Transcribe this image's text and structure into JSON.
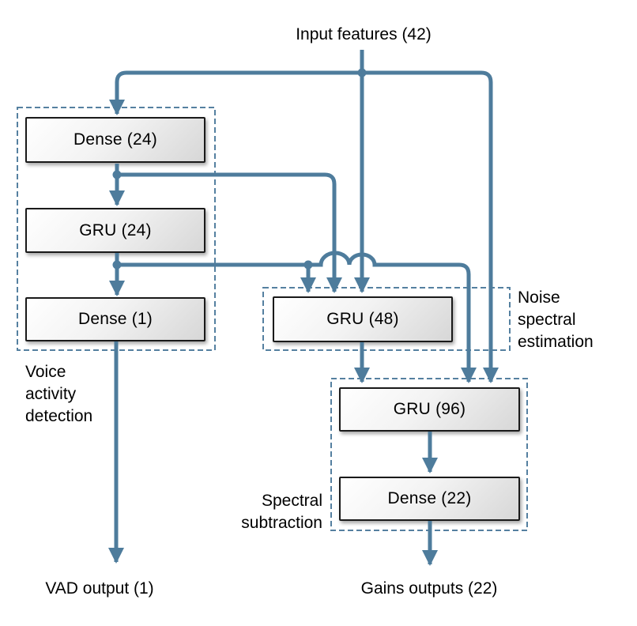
{
  "diagram": {
    "input_label": "Input features (42)",
    "nodes": [
      {
        "id": "dense24",
        "label": "Dense (24)"
      },
      {
        "id": "gru24",
        "label": "GRU (24)"
      },
      {
        "id": "dense1",
        "label": "Dense (1)"
      },
      {
        "id": "gru48",
        "label": "GRU (48)"
      },
      {
        "id": "gru96",
        "label": "GRU (96)"
      },
      {
        "id": "dense22",
        "label": "Dense (22)"
      }
    ],
    "groups": [
      {
        "id": "vad",
        "label": "Voice\nactivity\ndetection"
      },
      {
        "id": "noise",
        "label": "Noise\nspectral\nestimation"
      },
      {
        "id": "spectral",
        "label": "Spectral\nsubtraction"
      }
    ],
    "outputs": [
      {
        "id": "vad_output",
        "label": "VAD output (1)"
      },
      {
        "id": "gains_output",
        "label": "Gains outputs (22)"
      }
    ],
    "colors": {
      "line": "#4e7c9c",
      "dashed_border": "#5580a0",
      "box_border": "#1a1a1a",
      "box_fill_start": "#ffffff",
      "box_fill_end": "#d7d7d7",
      "text": "#000000",
      "background": "#ffffff"
    }
  }
}
